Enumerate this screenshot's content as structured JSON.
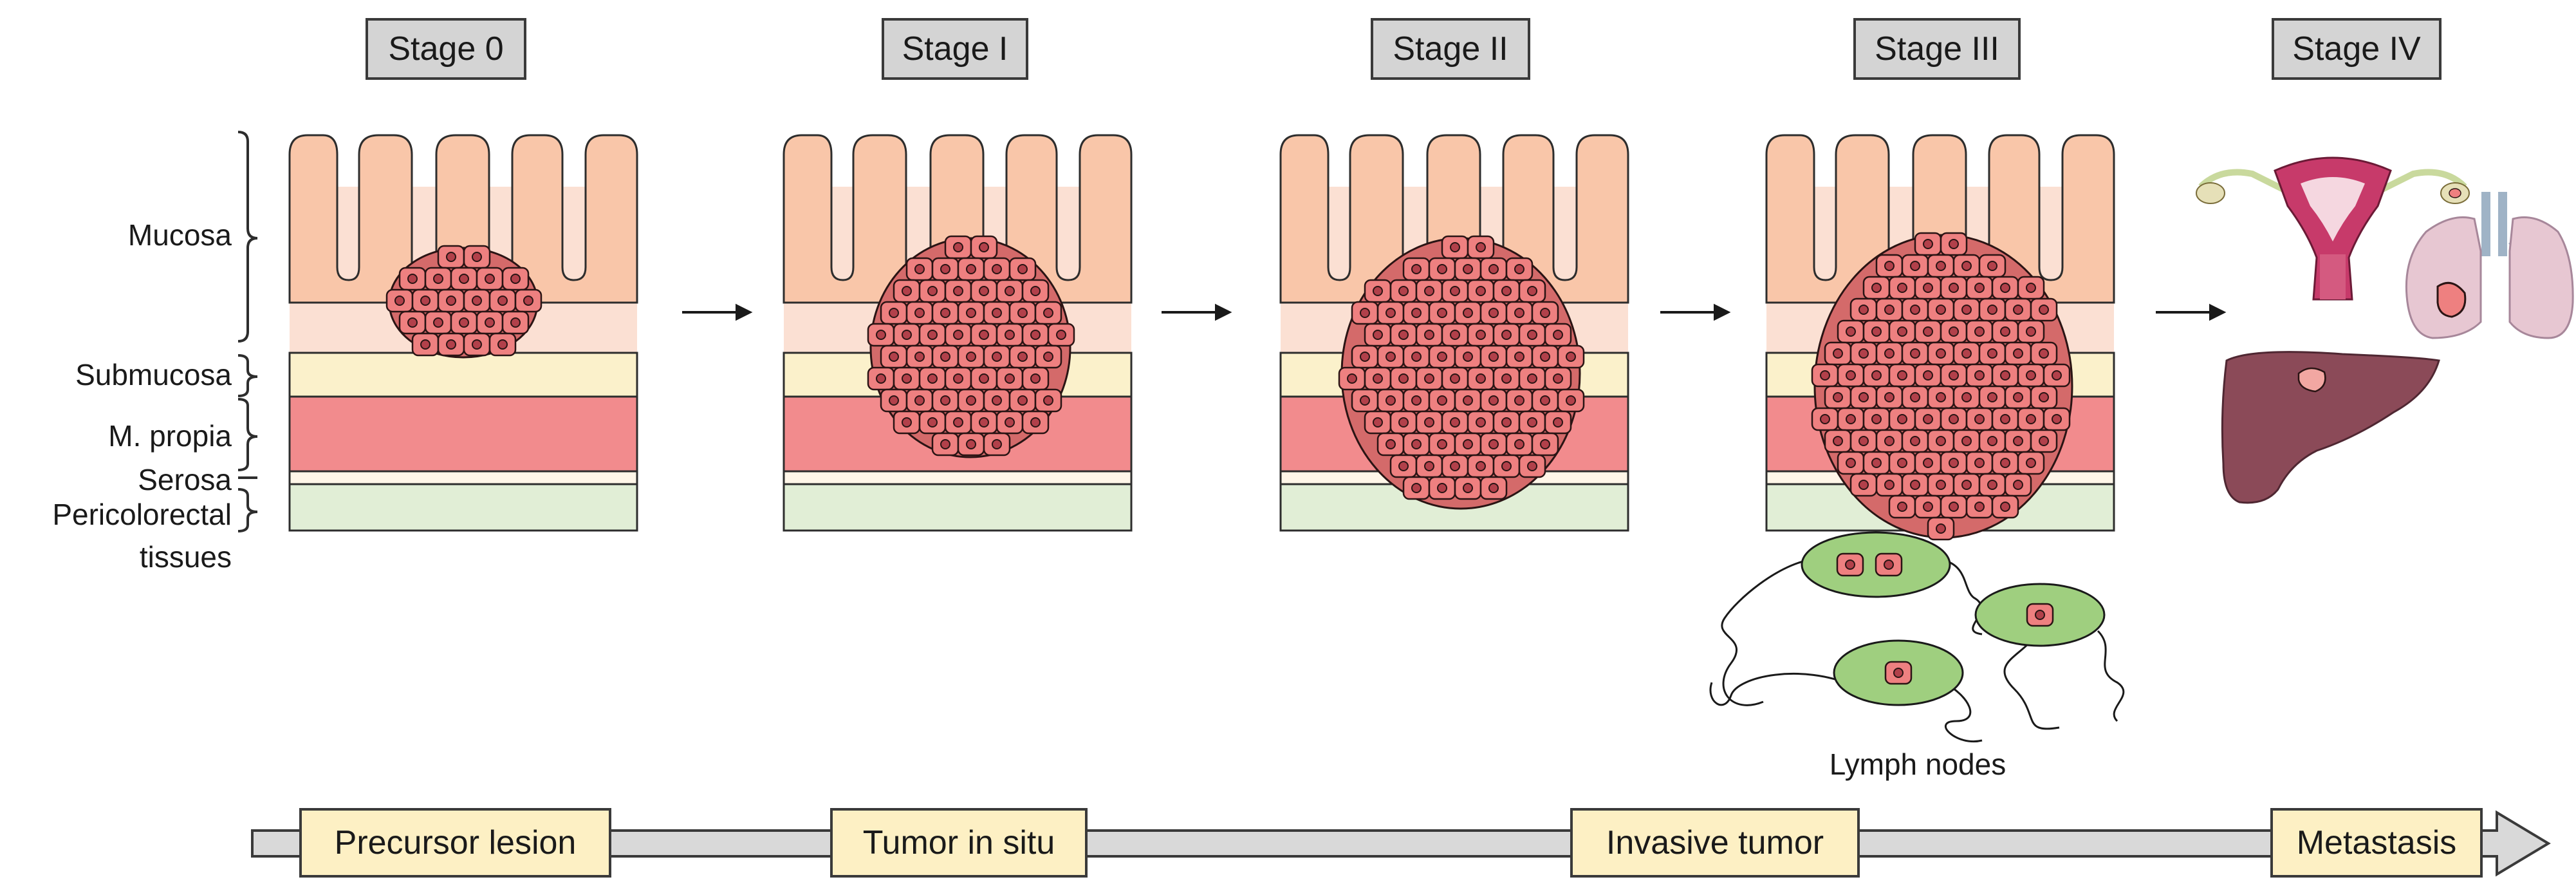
{
  "stages": [
    "Stage 0",
    "Stage I",
    "Stage II",
    "Stage III",
    "Stage IV"
  ],
  "layers": {
    "mucosa": "Mucosa",
    "submucosa": "Submucosa",
    "muscularis": "M. propia",
    "serosa": "Serosa",
    "pericolorectal_line1": "Pericolorectal",
    "pericolorectal_line2": "tissues"
  },
  "lymph_caption": "Lymph nodes",
  "phases": [
    "Precursor lesion",
    "Tumor in situ",
    "Invasive tumor",
    "Metastasis"
  ],
  "colors": {
    "mucosa": "#f9c6a9",
    "mucosa_bg": "#fbe0d3",
    "submucosa": "#fbf1cb",
    "muscularis": "#f28b8d",
    "serosa": "#fff6e8",
    "pericolorectal": "#e1eed6",
    "tumor_cell": "#ee8080",
    "tumor_nucleus": "#b2404a",
    "lymph_node": "#9fcf7f",
    "liver": "#8b4a58",
    "lung": "#e7c7d2",
    "uterus": "#c73a6a",
    "stage_box": "#d4d4d4",
    "phase_box": "#fdf0c4",
    "timeline_arrow": "#d9d9d9"
  },
  "icons": [
    "uterus-icon",
    "lung-icon",
    "liver-icon"
  ]
}
